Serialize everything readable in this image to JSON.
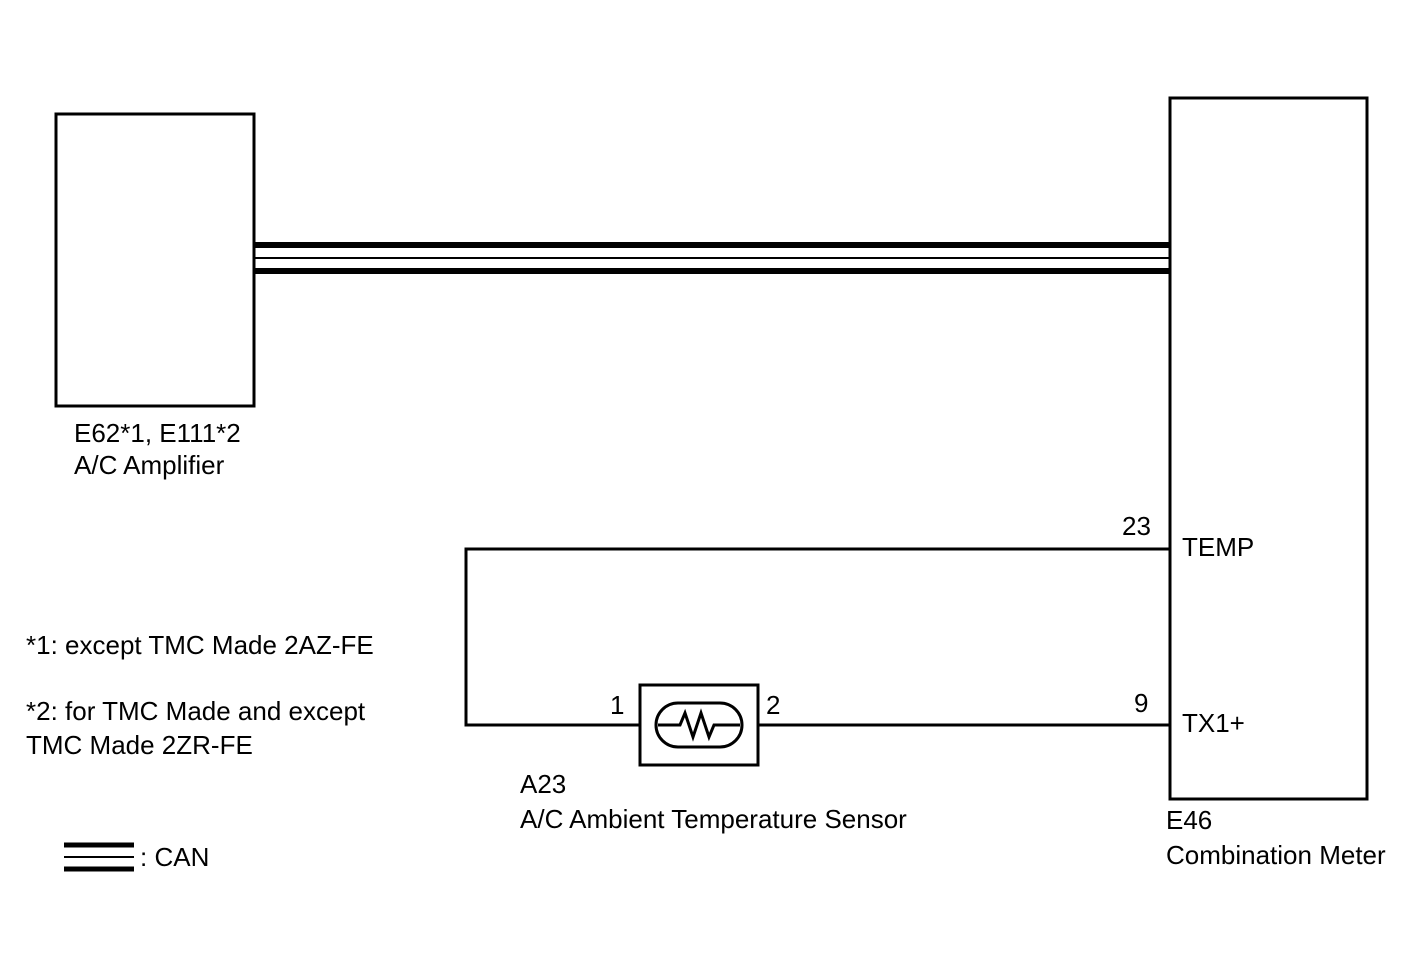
{
  "components": {
    "ac_amplifier": {
      "connector": "E62*1, E111*2",
      "name": "A/C Amplifier"
    },
    "combination_meter": {
      "connector": "E46",
      "name": "Combination Meter",
      "terminals": [
        {
          "pin": "23",
          "name": "TEMP"
        },
        {
          "pin": "9",
          "name": "TX1+"
        }
      ]
    },
    "ambient_sensor": {
      "connector": "A23",
      "name": "A/C Ambient Temperature Sensor",
      "pins": [
        "1",
        "2"
      ]
    }
  },
  "notes": {
    "note1": "*1: except TMC Made 2AZ-FE",
    "note2_line1": "*2: for TMC Made and except",
    "note2_line2": "TMC Made 2ZR-FE"
  },
  "legend": {
    "can_label": ": CAN"
  },
  "colors": {
    "line": "#000000",
    "background": "#ffffff"
  }
}
